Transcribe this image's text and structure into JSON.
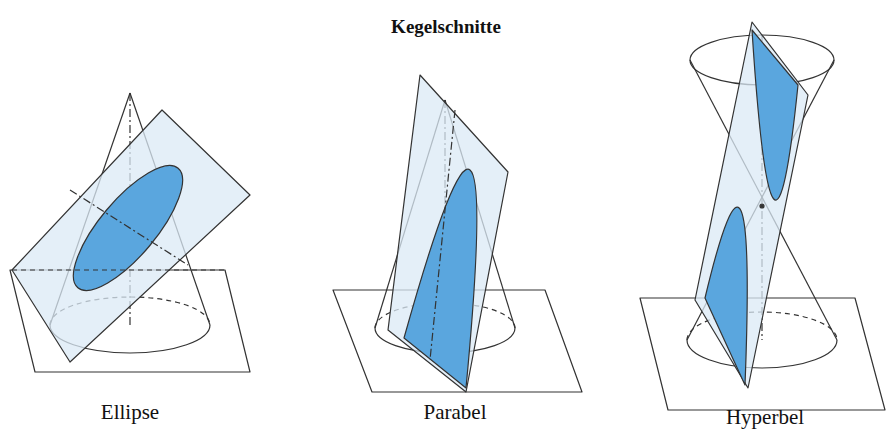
{
  "diagram": {
    "title": "Kegelschnitte",
    "labels": [
      "Ellipse",
      "Parabel",
      "Hyperbel"
    ]
  }
}
